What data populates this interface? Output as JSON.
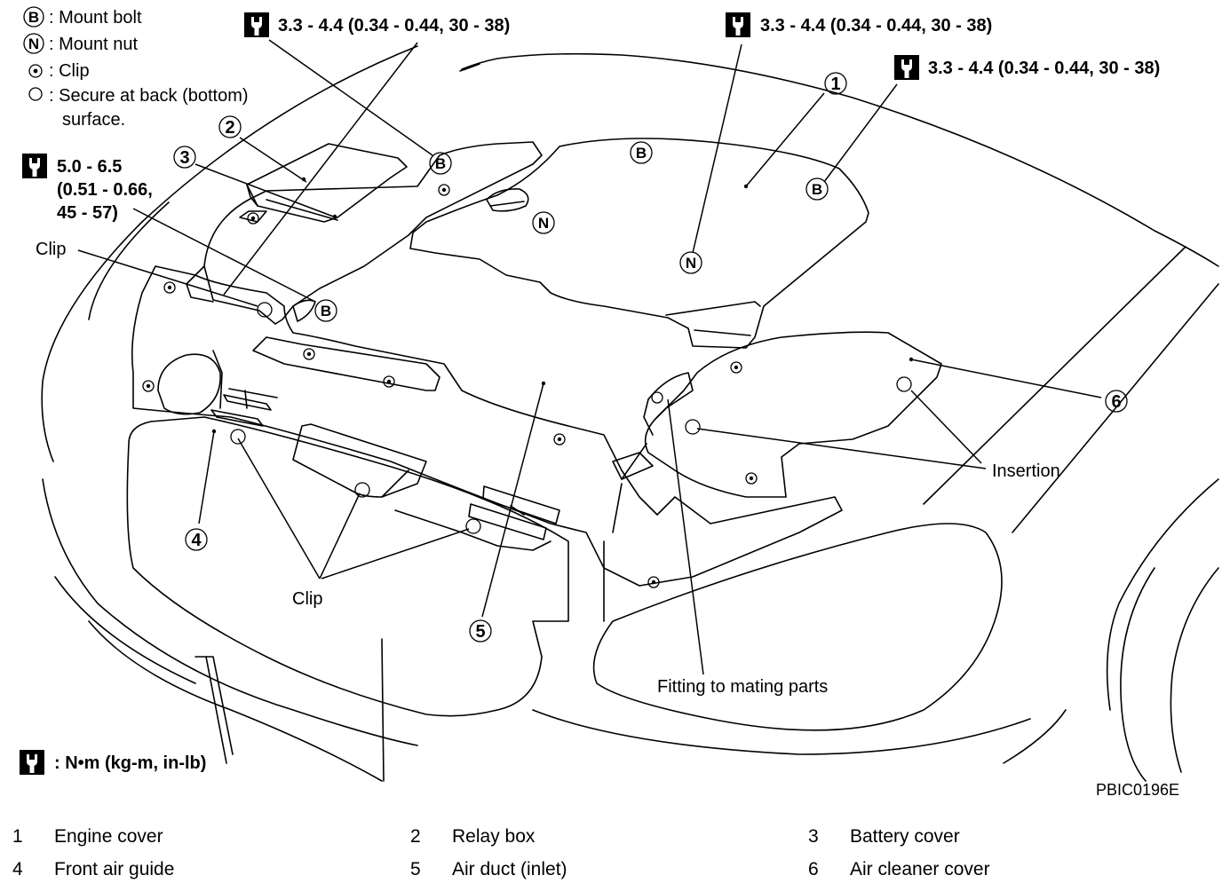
{
  "symbols": {
    "mount_bolt": "B",
    "mount_nut": "N"
  },
  "legend": {
    "mount_bolt": ": Mount bolt",
    "mount_nut": ": Mount nut",
    "clip": ": Clip",
    "secure_back_line1": ": Secure at back (bottom)",
    "secure_back_line2": "surface."
  },
  "torque": {
    "top_left": "3.3 - 4.4 (0.34 - 0.44, 30 - 38)",
    "top_mid": "3.3 - 4.4 (0.34 - 0.44, 30 - 38)",
    "top_right": "3.3 - 4.4 (0.34 - 0.44, 30 - 38)",
    "left_line1": "5.0 - 6.5",
    "left_line2": "(0.51 - 0.66,",
    "left_line3": "45 - 57)"
  },
  "callouts": {
    "c1": "1",
    "c2": "2",
    "c3": "3",
    "c4": "4",
    "c5": "5",
    "c6": "6"
  },
  "labels": {
    "clip_upper": "Clip",
    "clip_lower": "Clip",
    "insertion": "Insertion",
    "fitting": "Fitting to mating parts"
  },
  "units": ": N•m (kg-m, in-lb)",
  "figure_code": "PBIC0196E",
  "parts": [
    {
      "num": "1",
      "name": "Engine cover"
    },
    {
      "num": "2",
      "name": "Relay box"
    },
    {
      "num": "3",
      "name": "Battery cover"
    },
    {
      "num": "4",
      "name": "Front air guide"
    },
    {
      "num": "5",
      "name": "Air duct (inlet)"
    },
    {
      "num": "6",
      "name": "Air cleaner cover"
    }
  ]
}
